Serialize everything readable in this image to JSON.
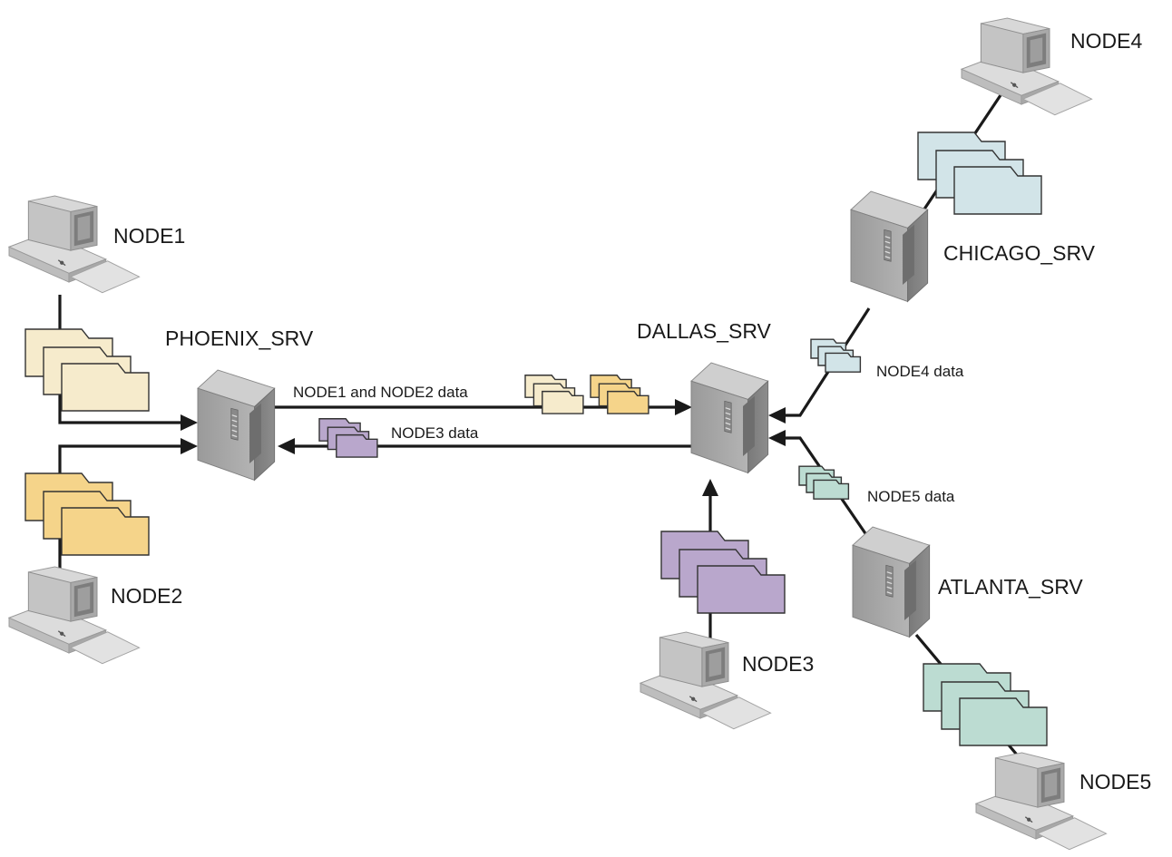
{
  "nodes": {
    "node1": "NODE1",
    "node2": "NODE2",
    "node3": "NODE3",
    "node4": "NODE4",
    "node5": "NODE5"
  },
  "servers": {
    "phoenix": "PHOENIX_SRV",
    "dallas": "DALLAS_SRV",
    "chicago": "CHICAGO_SRV",
    "atlanta": "ATLANTA_SRV"
  },
  "flows": {
    "phoenix_to_dallas": "NODE1 and NODE2 data",
    "dallas_to_phoenix": "NODE3 data",
    "chicago_to_dallas": "NODE4 data",
    "atlanta_to_dallas": "NODE5 data"
  },
  "colors": {
    "node1_data": "#f6ebcc",
    "node2_data": "#f5d48a",
    "node3_data": "#b9a7cc",
    "node4_data": "#d2e4e8",
    "node5_data": "#bcdcd2",
    "server": "#a5a5a5",
    "line": "#1a1a1a"
  },
  "icons": {
    "workstation": "workstation-icon",
    "server": "server-tower-icon",
    "data": "folder-stack-icon"
  }
}
